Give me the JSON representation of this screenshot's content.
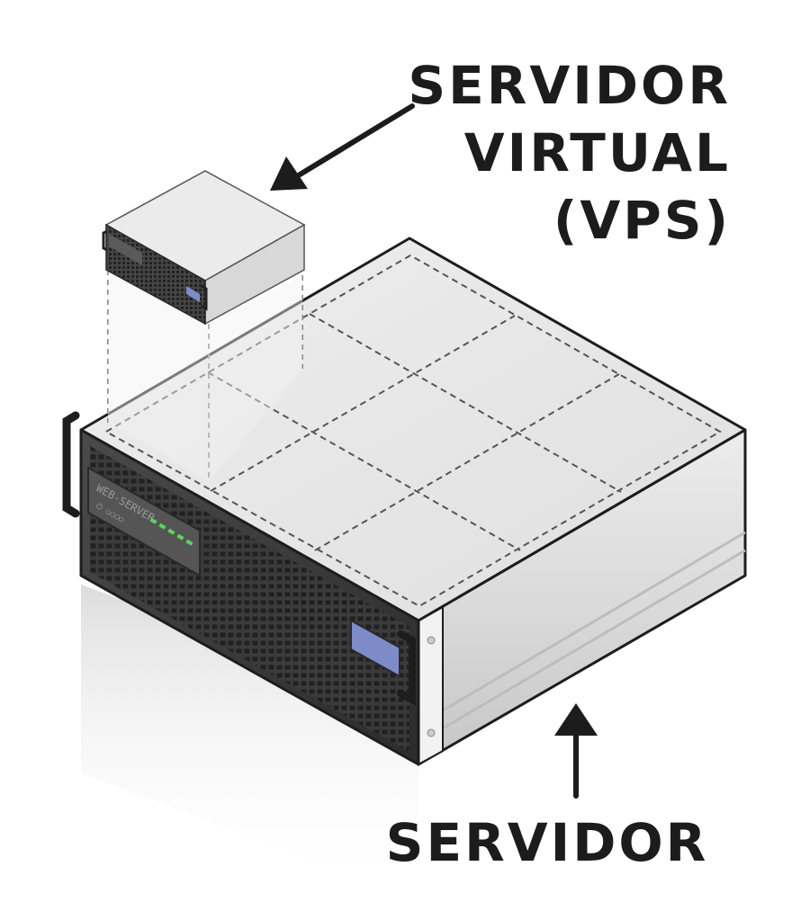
{
  "labels": {
    "vps_line1": "SERVIDOR",
    "vps_line2": "VIRTUAL",
    "vps_line3": "(VPS)",
    "server": "SERVIDOR"
  },
  "bezel": {
    "model": "WEB-SERVER",
    "sub": "⏻ ○○○○"
  },
  "colors": {
    "text": "#1c1c1c",
    "bezel_dark": "#3a3a3a",
    "chassis_light": "#e3e3e3",
    "led_green": "#5fd35f",
    "lcd_blue": "#7d8cc9"
  },
  "icons": [
    "arrow-down-left-icon",
    "arrow-up-icon"
  ]
}
